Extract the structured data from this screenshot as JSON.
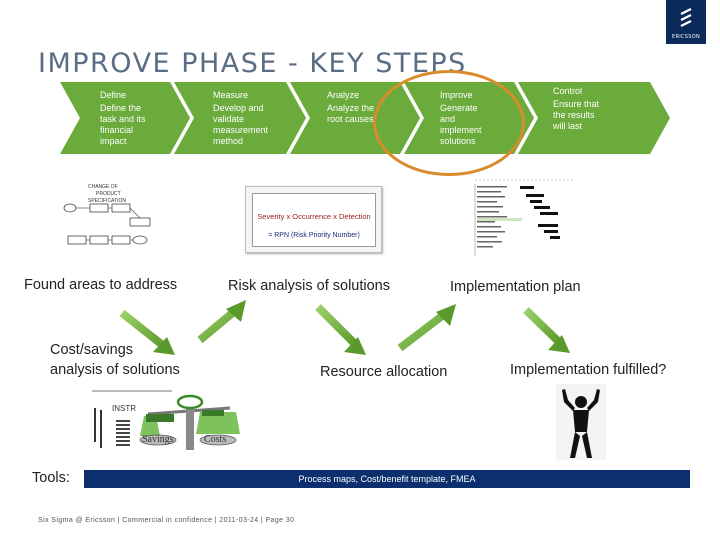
{
  "brand": {
    "logo_text": "ERICSSON"
  },
  "title": "IMPROVE PHASE - KEY STEPS",
  "steps": [
    {
      "name": "Define",
      "desc_lines": [
        "Define the",
        "task and its",
        "financial",
        "impact"
      ]
    },
    {
      "name": "Measure",
      "desc_lines": [
        "Develop and",
        "validate",
        "measurement",
        "method"
      ]
    },
    {
      "name": "Analyze",
      "desc_lines": [
        "Analyze the",
        "root causes"
      ]
    },
    {
      "name": "Improve",
      "desc_lines": [
        "Generate",
        "and",
        "implement",
        "solutions"
      ]
    },
    {
      "name": "Control",
      "desc_lines": [
        "Ensure that",
        "the results",
        "will last"
      ]
    }
  ],
  "process_map": {
    "caption_lines": [
      "CHANGE OF",
      "PRODUCT",
      "SPECIFICATION"
    ]
  },
  "fmea": {
    "formula": "Severity x Occurrence x Detection",
    "result": "= RPN (Risk Priority Number)"
  },
  "labels": {
    "found_areas": "Found areas to address",
    "risk_analysis": "Risk analysis of solutions",
    "implementation_plan": "Implementation plan",
    "cost_savings_1": "Cost/savings",
    "cost_savings_2": "analysis of solutions",
    "resource_allocation": "Resource allocation",
    "implementation_fulfilled": "Implementation fulfilled?"
  },
  "scale": {
    "top_text": "INSTR",
    "left_pan": "Savings",
    "right_pan": "Costs"
  },
  "tools": {
    "label": "Tools:",
    "text": "Process maps, Cost/benefit template, FMEA"
  },
  "footer": "Six Sigma @ Ericsson  |  Commercial in confidence  |  2011-03-24  |  Page 30",
  "colors": {
    "chevron": "#6aab3c",
    "ring": "#d98c2b",
    "tools_bar": "#0c2f6e",
    "title": "#5a6d84"
  }
}
